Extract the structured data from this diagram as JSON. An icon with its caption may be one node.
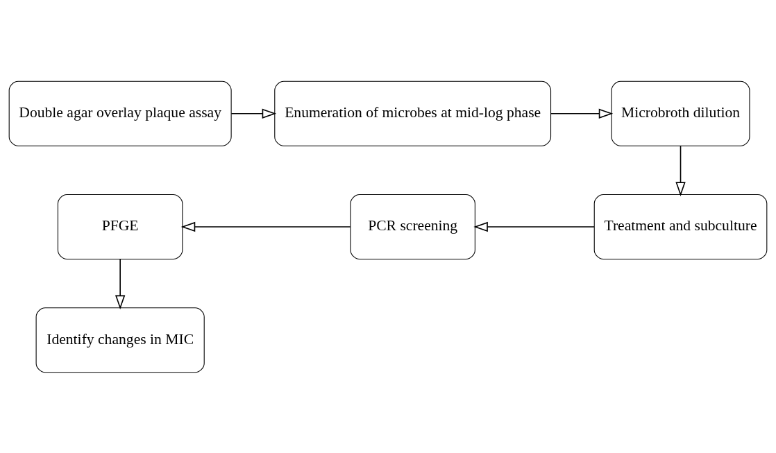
{
  "diagram": {
    "nodes": [
      {
        "text": [
          "Double agar overlay plaque assay"
        ]
      },
      {
        "text": [
          "Enumeration of microbes at mid-log phase"
        ]
      },
      {
        "text": [
          "Microbroth dilution"
        ]
      },
      {
        "text": [
          "Treatment and subculture"
        ]
      },
      {
        "text": [
          "PCR screening"
        ]
      },
      {
        "text": [
          "PFGE"
        ]
      },
      {
        "text": [
          "Identify changes in MIC"
        ]
      }
    ],
    "edges": [
      {
        "from": 0,
        "to": 1,
        "arrow": "to"
      },
      {
        "from": 1,
        "to": 2,
        "arrow": "to"
      },
      {
        "from": 2,
        "to": 3,
        "arrow": "to"
      },
      {
        "from": 3,
        "to": 4,
        "arrow": "to"
      },
      {
        "from": 4,
        "to": 5,
        "arrow": "to"
      },
      {
        "from": 5,
        "to": 6,
        "arrow": "to"
      }
    ]
  }
}
